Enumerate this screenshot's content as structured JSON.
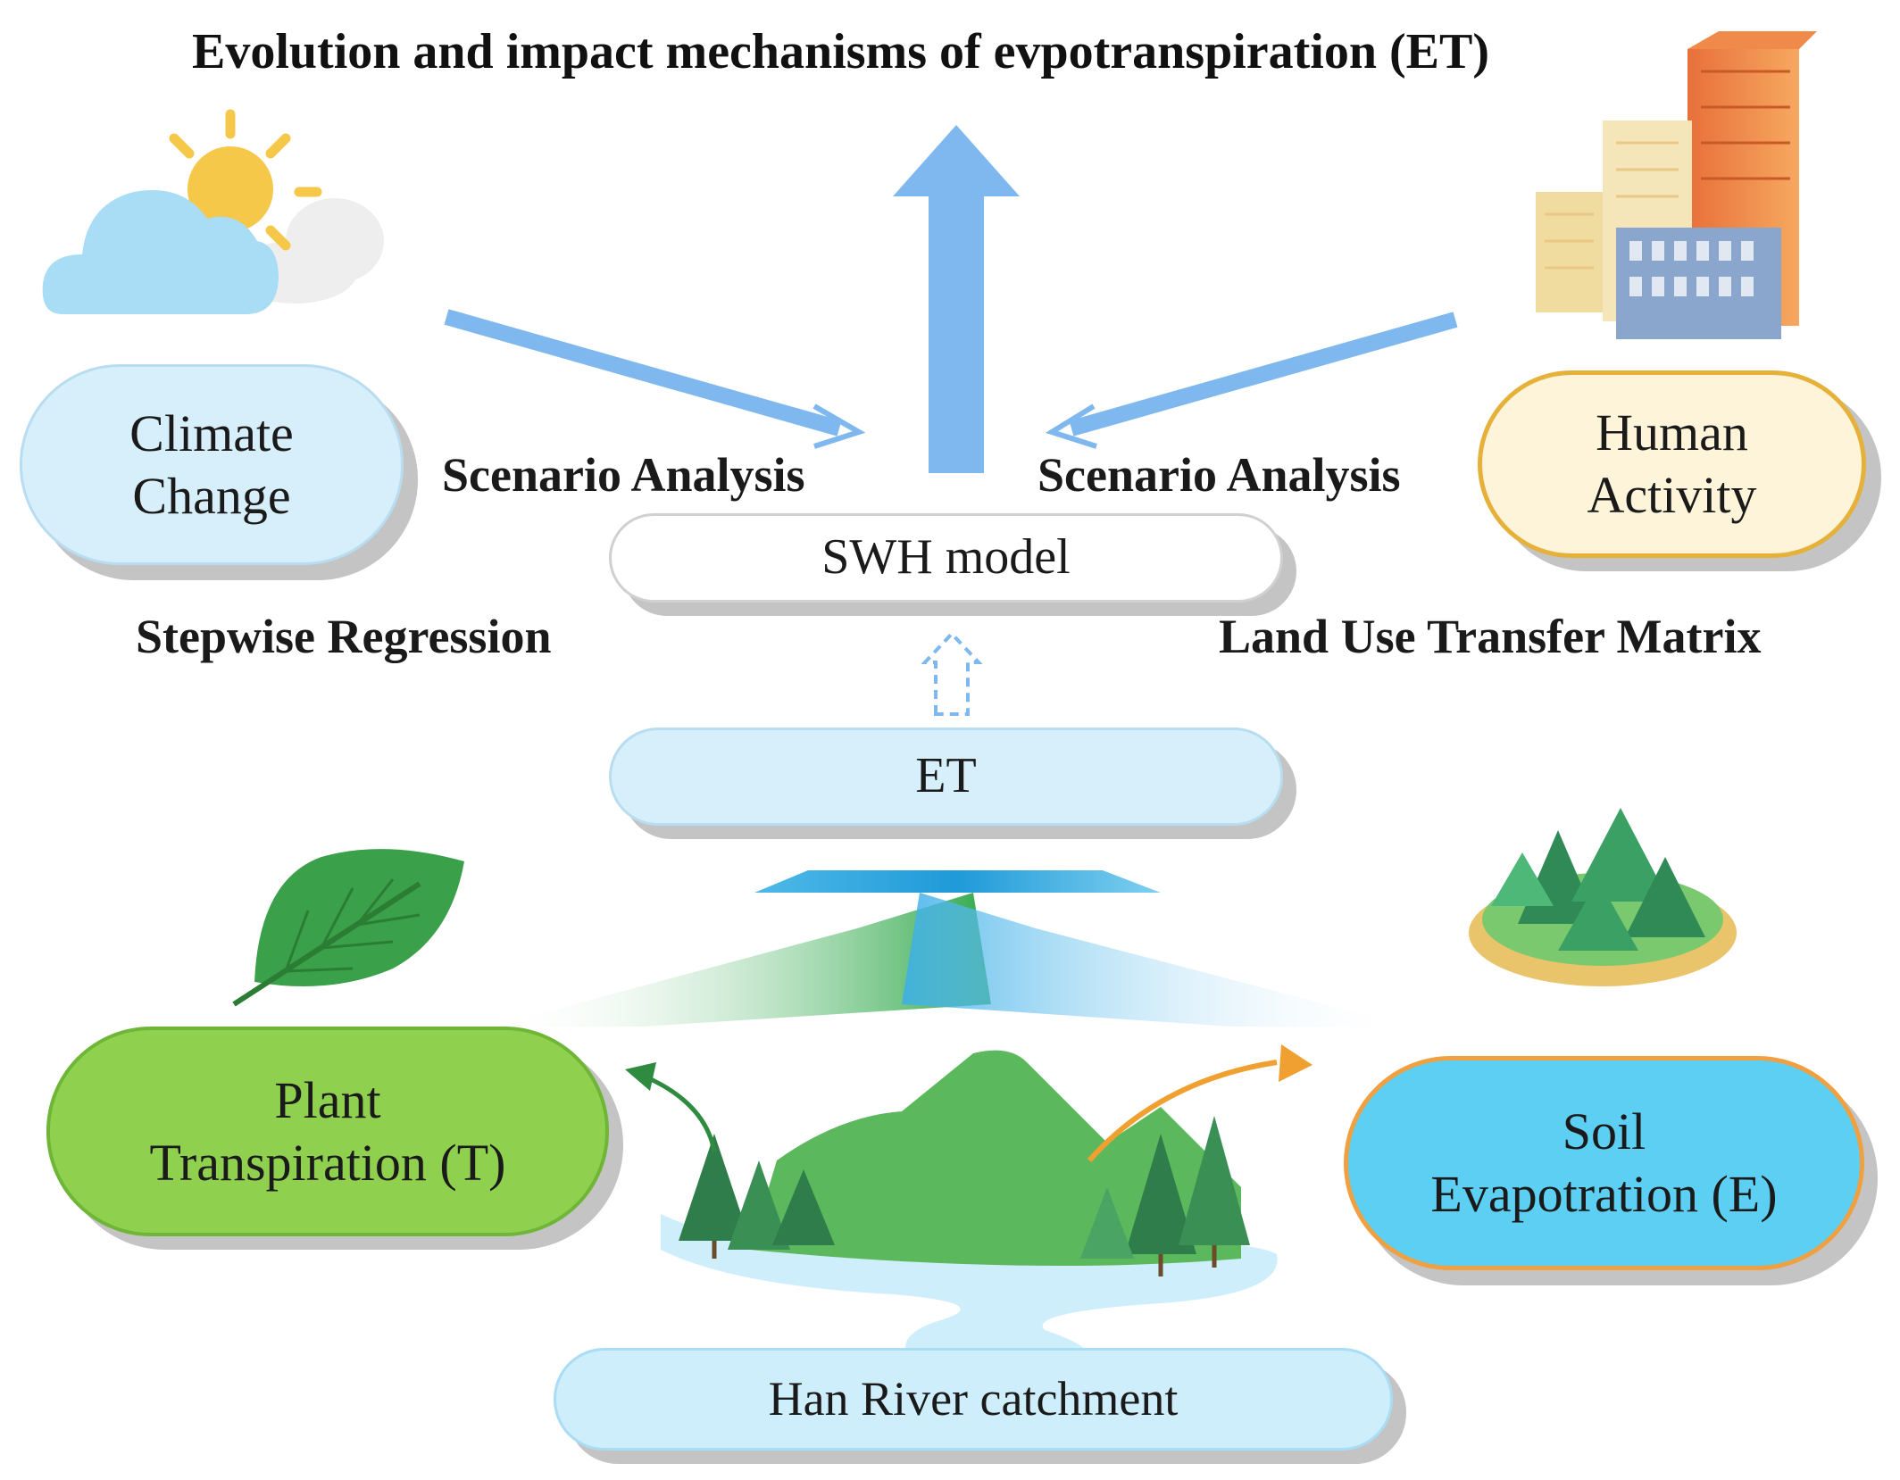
{
  "title": "Evolution and impact mechanisms of evpotranspiration (ET)",
  "nodes": {
    "climate_change": {
      "lines": [
        "Climate",
        "Change"
      ],
      "fill": "#d6effb"
    },
    "human_activity": {
      "lines": [
        "Human",
        "Activity"
      ],
      "fill": "#fdf4d9",
      "border": "#e6b13a"
    },
    "swh_model": {
      "label": "SWH model"
    },
    "et": {
      "label": "ET"
    },
    "plant_transpiration": {
      "lines": [
        "Plant",
        "Transpiration (T)"
      ],
      "fill": "#8fd14f"
    },
    "soil_evaporation": {
      "lines": [
        "Soil",
        "Evapotration (E)"
      ],
      "fill": "#5ccff2",
      "border": "#f0a040"
    },
    "catchment": {
      "label": "Han River catchment"
    }
  },
  "methods": {
    "scenario_left": "Scenario Analysis",
    "scenario_right": "Scenario Analysis",
    "stepwise": "Stepwise Regression",
    "land_use": "Land Use Transfer Matrix"
  },
  "icons": [
    "cloud-sun-icon",
    "buildings-icon",
    "leaf-icon",
    "forest-island-icon",
    "mountain-landscape-icon"
  ],
  "colors": {
    "arrow_blue": "#7fb8ef",
    "pill_shadow": "#bfbfbf",
    "green_stream": "#37b24d",
    "blue_stream": "#38a6e6"
  }
}
